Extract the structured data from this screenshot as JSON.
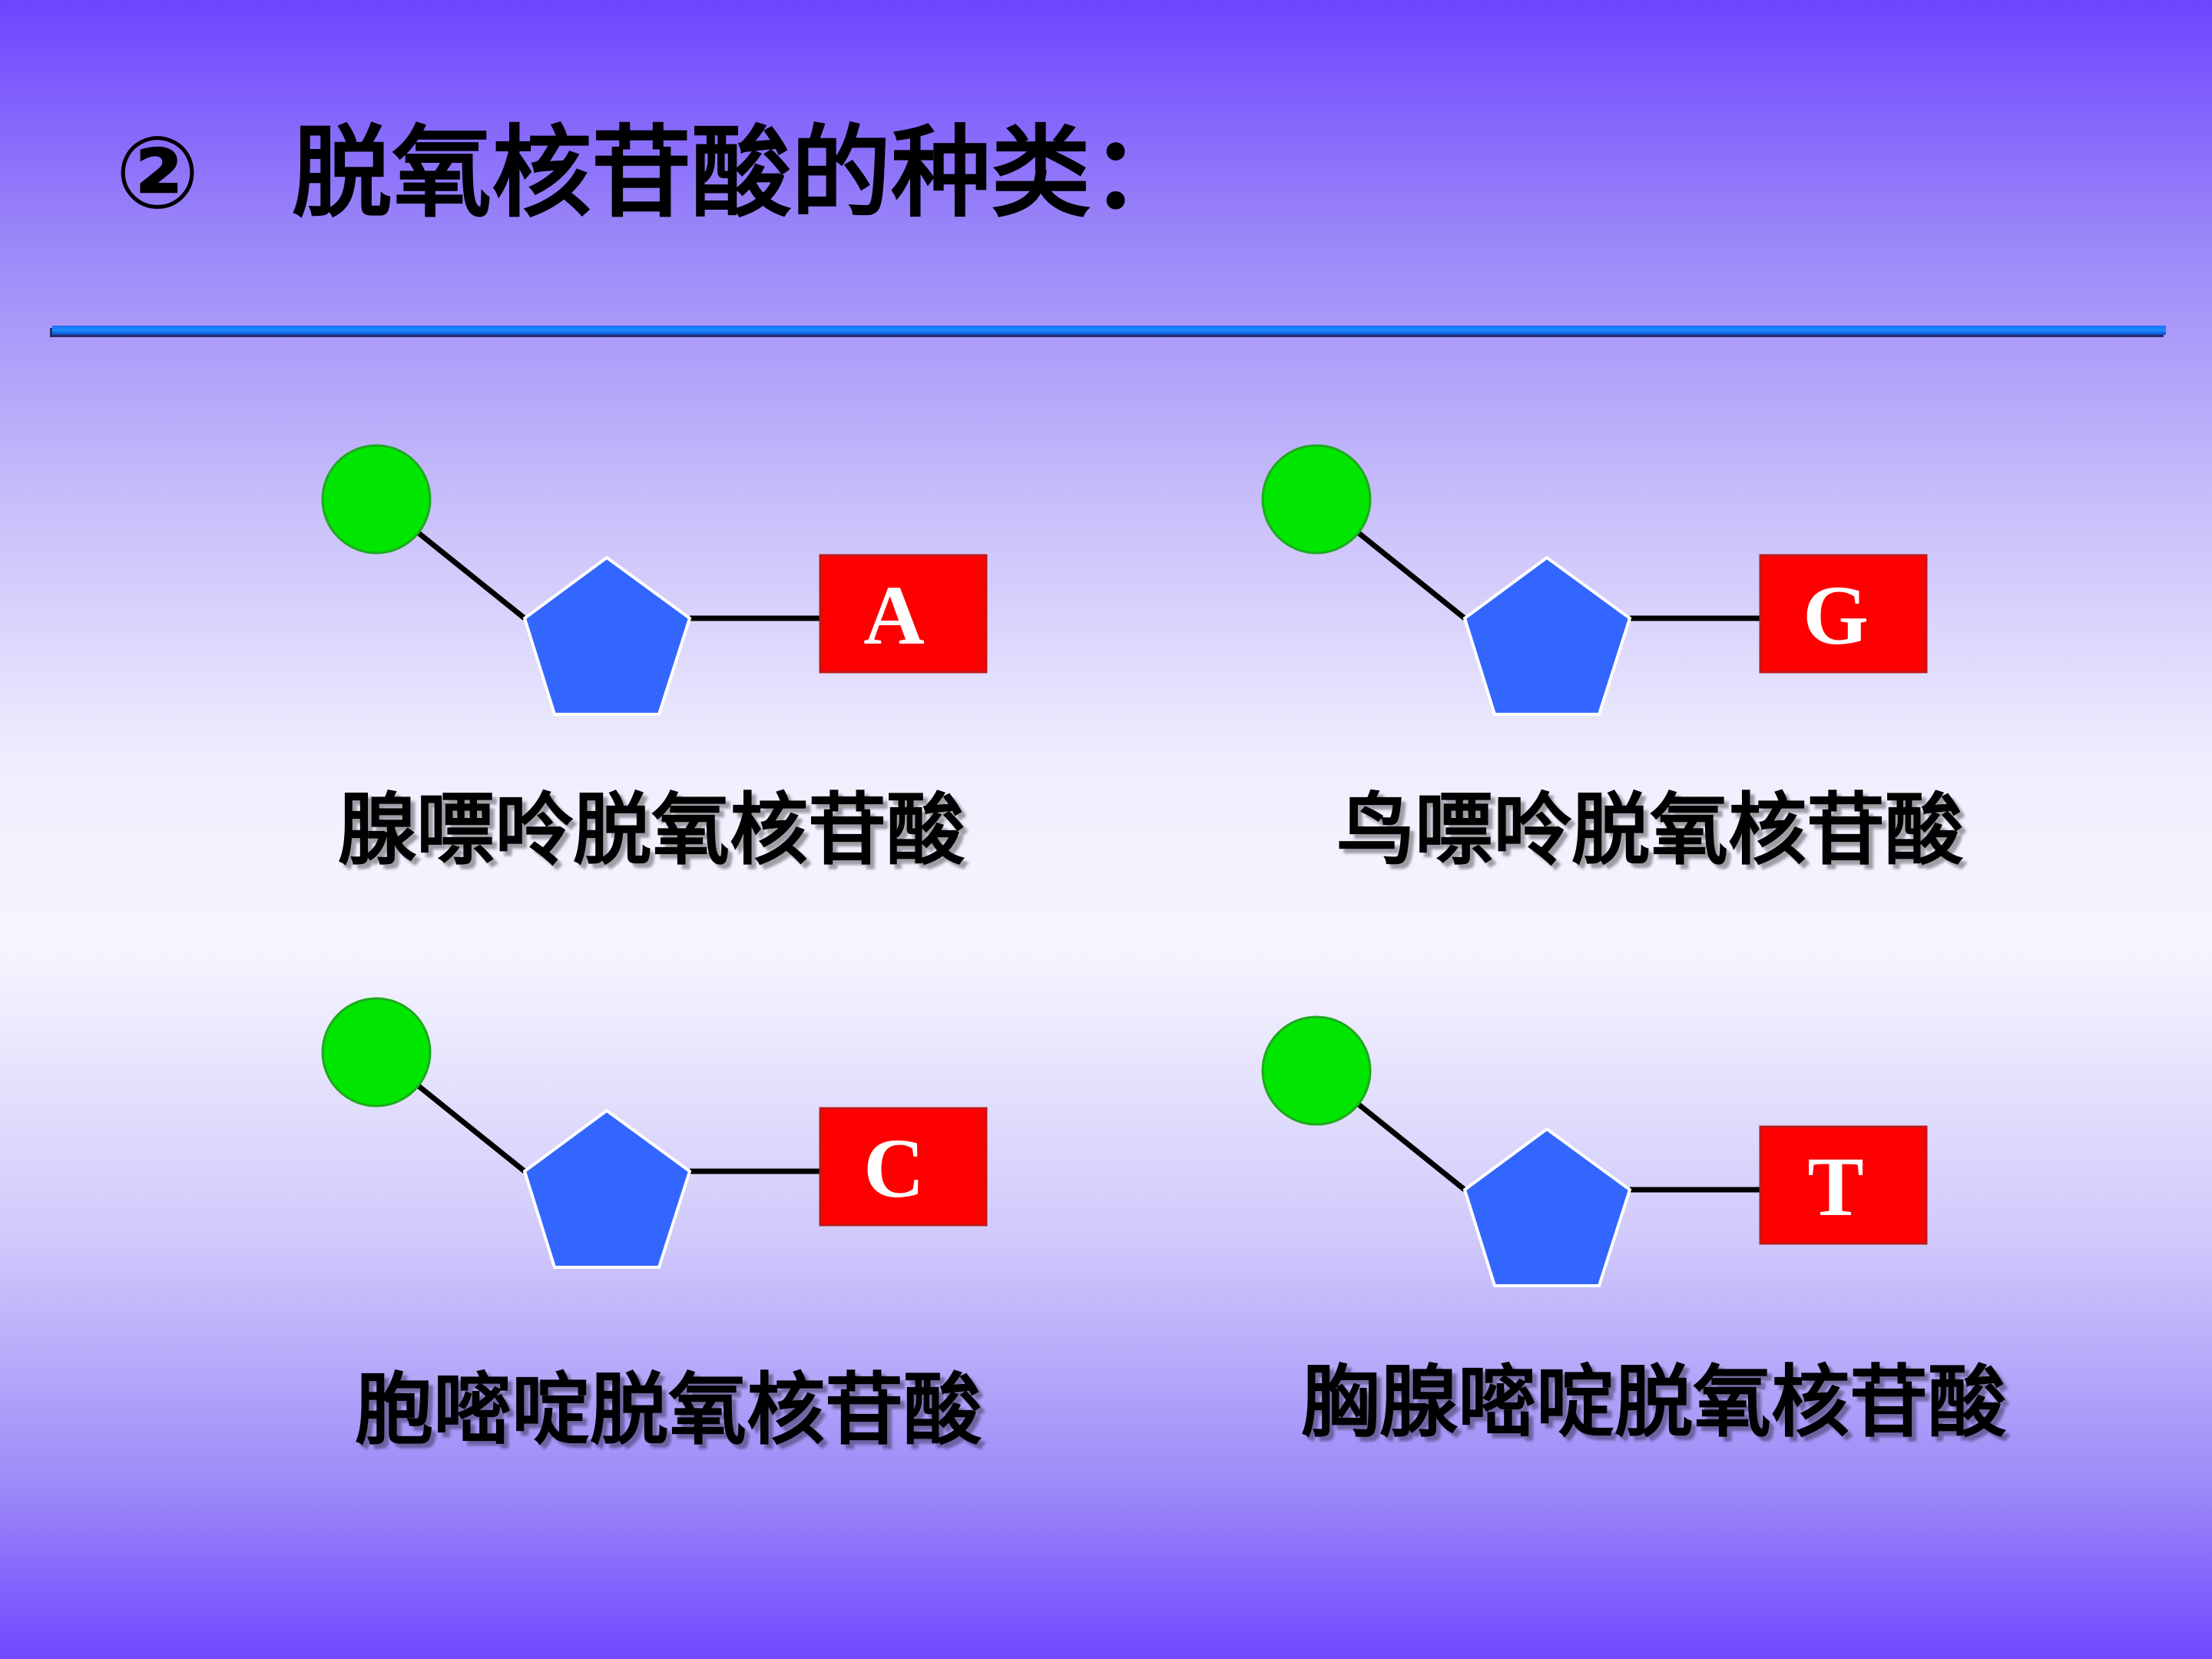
{
  "slide": {
    "title_marker": "②",
    "title_text": "脱氧核苷酸的种类："
  },
  "nucleotides": [
    {
      "base": "A",
      "name": "腺嘌呤脱氧核苷酸"
    },
    {
      "base": "G",
      "name": "鸟嘌呤脱氧核苷酸"
    },
    {
      "base": "C",
      "name": "胞嘧啶脱氧核苷酸"
    },
    {
      "base": "T",
      "name": "胸腺嘧啶脱氧核苷酸"
    }
  ],
  "colors": {
    "phosphate": "#00e600",
    "sugar": "#3366ff",
    "base": "#ff0000",
    "rule": "#1a8cff"
  }
}
